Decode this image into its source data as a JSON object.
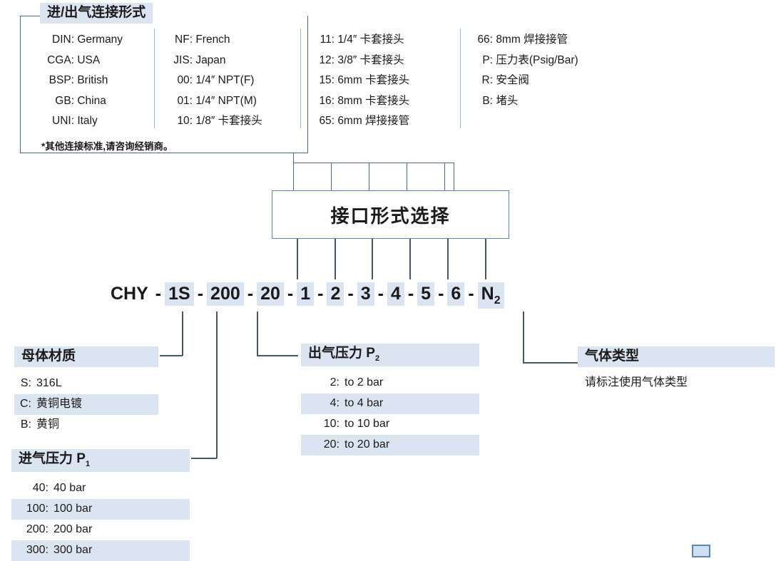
{
  "connection_box": {
    "title": "进/出气连接形式",
    "note": "*其他连接标准,请咨询经销商。",
    "columns": [
      {
        "items": [
          {
            "code": "DIN:",
            "desc": "Germany"
          },
          {
            "code": "CGA:",
            "desc": "USA"
          },
          {
            "code": "BSP:",
            "desc": "British"
          },
          {
            "code": "GB:",
            "desc": "China"
          },
          {
            "code": "UNI:",
            "desc": "Italy"
          }
        ]
      },
      {
        "items": [
          {
            "code": "NF:",
            "desc": "French"
          },
          {
            "code": "JIS:",
            "desc": "Japan"
          },
          {
            "code": "00:",
            "desc": "1/4″ NPT(F)"
          },
          {
            "code": "01:",
            "desc": "1/4″ NPT(M)"
          },
          {
            "code": "10:",
            "desc": "1/8″  卡套接头"
          }
        ]
      },
      {
        "items": [
          {
            "code": "11:",
            "desc": "1/4″  卡套接头"
          },
          {
            "code": "12:",
            "desc": "3/8″  卡套接头"
          },
          {
            "code": "15:",
            "desc": "6mm 卡套接头"
          },
          {
            "code": "16:",
            "desc": "8mm 卡套接头"
          },
          {
            "code": "65:",
            "desc": "6mm 焊接接管"
          }
        ]
      },
      {
        "items": [
          {
            "code": "66:",
            "desc": "8mm 焊接接管"
          },
          {
            "code": "P:",
            "desc": "压力表(Psig/Bar)"
          },
          {
            "code": "R:",
            "desc": "安全阀"
          },
          {
            "code": "B:",
            "desc": "堵头"
          }
        ]
      }
    ]
  },
  "center_box": {
    "label": "接口形式选择"
  },
  "part_number": {
    "full": "CHY - 1S -200- 20 - 1 - 2 - 3 - 4 - 5 - 6 - N2",
    "tokens": [
      {
        "text": "CHY",
        "highlight": false
      },
      {
        "text": "1S",
        "highlight": true
      },
      {
        "text": "200",
        "highlight": true
      },
      {
        "text": "20",
        "highlight": true
      },
      {
        "text": "1",
        "highlight": true
      },
      {
        "text": "2",
        "highlight": true
      },
      {
        "text": "3",
        "highlight": true
      },
      {
        "text": "4",
        "highlight": true
      },
      {
        "text": "5",
        "highlight": true
      },
      {
        "text": "6",
        "highlight": true
      },
      {
        "text": "N",
        "sub": "2",
        "highlight": true
      }
    ],
    "separator": "-"
  },
  "body_material": {
    "title": "母体材质",
    "rows": [
      {
        "code": "S:",
        "desc": "316L",
        "highlight": false
      },
      {
        "code": "C:",
        "desc": "黄铜电镀",
        "highlight": true
      },
      {
        "code": "B:",
        "desc": "黄铜",
        "highlight": false
      }
    ]
  },
  "inlet_pressure": {
    "title": "进气压力 P",
    "title_sub": "1",
    "rows": [
      {
        "code": "40:",
        "desc": "40 bar",
        "highlight": false
      },
      {
        "code": "100:",
        "desc": "100 bar",
        "highlight": true
      },
      {
        "code": "200:",
        "desc": "200 bar",
        "highlight": false
      },
      {
        "code": "300:",
        "desc": "300 bar",
        "highlight": true
      }
    ]
  },
  "outlet_pressure": {
    "title": "出气压力 P",
    "title_sub": "2",
    "rows": [
      {
        "code": "2:",
        "desc": "to 2 bar",
        "highlight": false
      },
      {
        "code": "4:",
        "desc": "to 4 bar",
        "highlight": true
      },
      {
        "code": "10:",
        "desc": "to 10 bar",
        "highlight": false
      },
      {
        "code": "20:",
        "desc": "to 20 bar",
        "highlight": true
      }
    ]
  },
  "gas_type": {
    "title": "气体类型",
    "description": "请标注使用气体类型"
  },
  "colors": {
    "highlight": "#dbe5f1",
    "line": "#4a6d8c",
    "box_border": "#5b87b5",
    "text": "#1a1a1a"
  }
}
